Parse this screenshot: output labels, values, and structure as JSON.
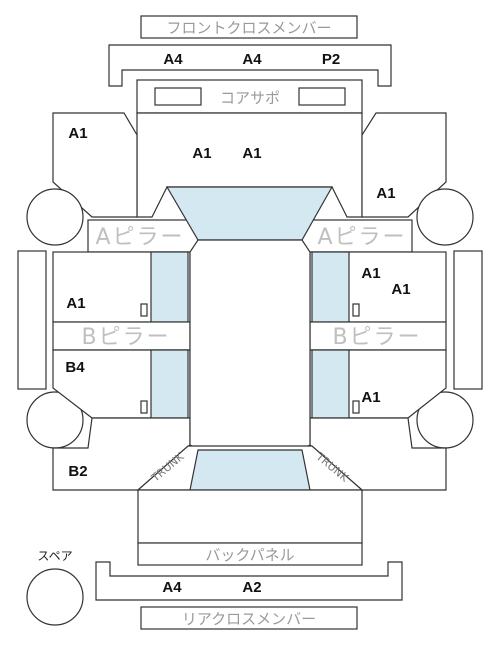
{
  "parts": {
    "front_cross_member": "フロントクロスメンバー",
    "core_support": "コアサポ",
    "a_pillar": "Aピラー",
    "b_pillar": "Bピラー",
    "back_panel": "バックパネル",
    "rear_cross_member": "リアクロスメンバー",
    "spare": "スペア",
    "trunk": "TRUNK"
  },
  "grades": {
    "front_cross_1": "A4",
    "front_cross_2": "A4",
    "front_cross_3": "P2",
    "left_front_fender": "A1",
    "hood_1": "A1",
    "hood_2": "A1",
    "right_front_fender": "A1",
    "right_front_door_1": "A1",
    "right_front_door_2": "A1",
    "left_front_door": "A1",
    "left_rear_door": "B4",
    "right_rear_door": "A1",
    "left_rear_quarter": "B2",
    "rear_cross_1": "A4",
    "rear_cross_2": "A2"
  }
}
